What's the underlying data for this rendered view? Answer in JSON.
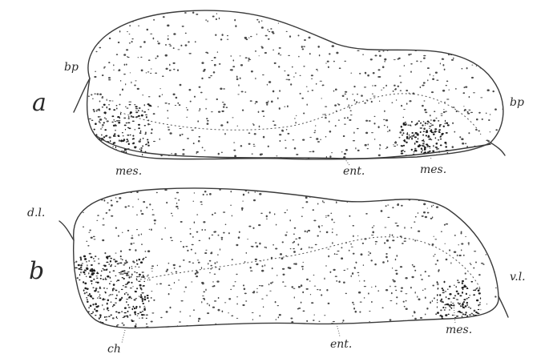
{
  "figure": {
    "panel_a": {
      "letter": "a",
      "labels": {
        "bp_left": "bp",
        "bp_right": "bp",
        "mes_left": "mes.",
        "ent": "ent.",
        "mes_right": "mes."
      }
    },
    "panel_b": {
      "letter": "b",
      "labels": {
        "dl": "d.l.",
        "vl": "v.l.",
        "ent": "ent.",
        "mes": "mes.",
        "ch": "ch"
      }
    }
  }
}
